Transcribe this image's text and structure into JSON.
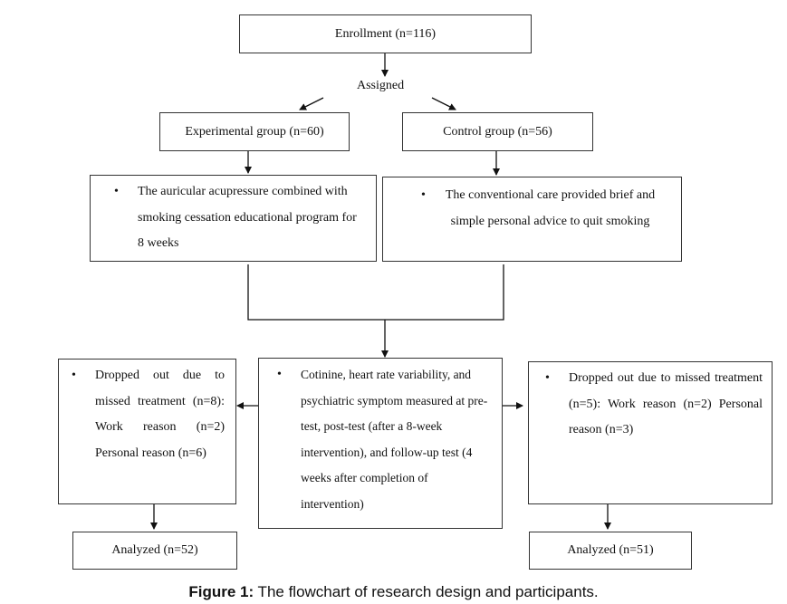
{
  "diagram": {
    "enrollment": "Enrollment (n=116)",
    "assigned": "Assigned",
    "experimental_group": "Experimental group (n=60)",
    "control_group": "Control group (n=56)",
    "experimental_intervention": {
      "bullet": "•",
      "text": "The auricular acupressure combined with smoking cessation educational program for 8 weeks"
    },
    "control_intervention": {
      "bullet": "•",
      "text": "The conventional care provided brief and simple personal advice to quit smoking"
    },
    "measurement": {
      "bullet": "•",
      "text": "Cotinine, heart rate variability, and psychiatric symptom measured at pre-test, post-test (after a 8-week intervention), and follow-up test (4 weeks after completion of intervention)"
    },
    "experimental_dropout": {
      "bullet": "•",
      "text": "Dropped out due to missed treatment (n=8): Work reason (n=2) Personal reason (n=6)"
    },
    "control_dropout": {
      "bullet": "•",
      "text": "Dropped out due to missed treatment (n=5): Work reason (n=2) Personal reason (n=3)"
    },
    "experimental_analyzed": "Analyzed (n=52)",
    "control_analyzed": "Analyzed (n=51)"
  },
  "caption": {
    "label": "Figure 1:",
    "text": " The flowchart of research design and participants."
  }
}
